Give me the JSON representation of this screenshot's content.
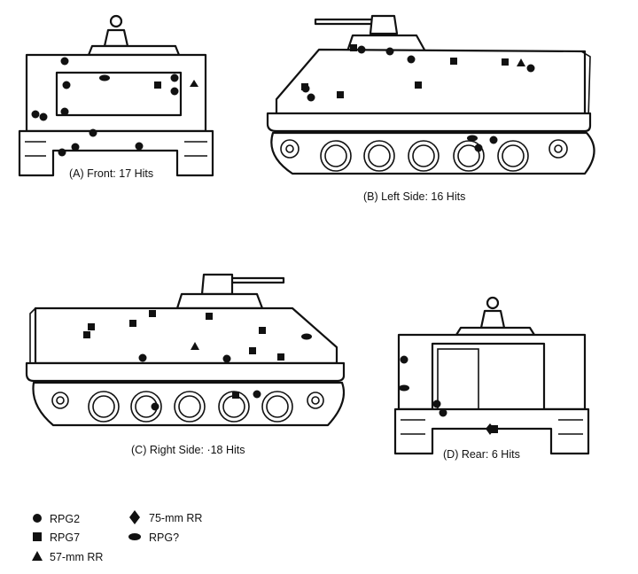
{
  "captions": {
    "front": "(A)  Front:   17 Hits",
    "left": "(B)  Left Side:   16 Hits",
    "right": "(C)  Right Side:  ·18 Hits",
    "rear": "(D)  Rear:   6 Hits"
  },
  "legend": [
    {
      "shape": "circle",
      "label": "RPG2"
    },
    {
      "shape": "square",
      "label": "RPG7"
    },
    {
      "shape": "triangle",
      "label": "57-mm RR"
    },
    {
      "shape": "diamond",
      "label": "75-mm RR"
    },
    {
      "shape": "ellipse",
      "label": "RPG?"
    }
  ]
}
